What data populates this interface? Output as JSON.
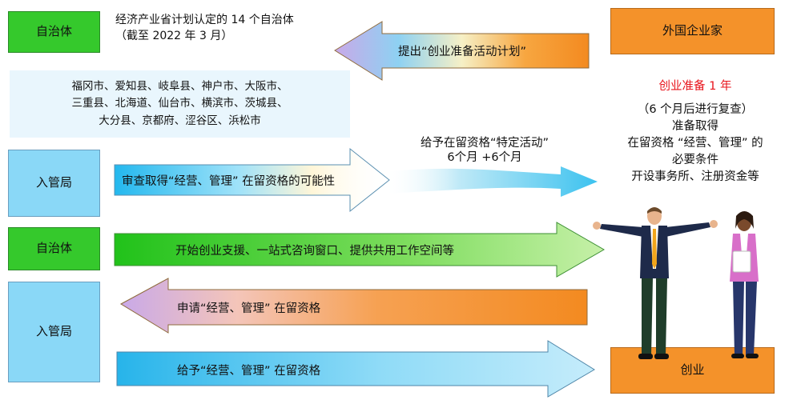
{
  "left_boxes": {
    "jichitai_1": "自治体",
    "nyukan_1": "入管局",
    "jichitai_2": "自治体",
    "nyukan_2": "入管局"
  },
  "header_note": {
    "line1": "经济产业省计划认定的 14 个自治体",
    "line2": "（截至 2022 年 3 月）"
  },
  "cities": {
    "line1": "福冈市、爱知县、岐阜县、神户市、大阪市、",
    "line2": "三重县、北海道、仙台市、横滨市、茨城县、",
    "line3": "大分县、京都府、涩谷区、浜松市"
  },
  "arrows": {
    "submit_plan": "提出“创业准备活动计划”",
    "review": "审查取得“经营、管理” 在留资格的可能性",
    "grant_special_line1": "给予在留资格“特定活动”",
    "grant_special_line2": "6个月 +6个月",
    "support": "开始创业支援、一站式咨询窗口、提供共用工作空间等",
    "apply": "申请“经营、管理” 在留资格",
    "grant": "给予“经营、管理” 在留资格"
  },
  "right": {
    "foreign_entrepreneur": "外国企业家",
    "prep_year": "创业准备 1 年",
    "desc_line1": "（6 个月后进行复查）",
    "desc_line2": "准备取得",
    "desc_line3": "在留资格 “经营、管理” 的",
    "desc_line4": "必要条件",
    "desc_line5": "开设事务所、注册资金等",
    "startup": "创业"
  },
  "colors": {
    "green": "#35c92c",
    "blue": "#8ad8f7",
    "orange": "#f4922a",
    "red_text": "#e8141c"
  }
}
